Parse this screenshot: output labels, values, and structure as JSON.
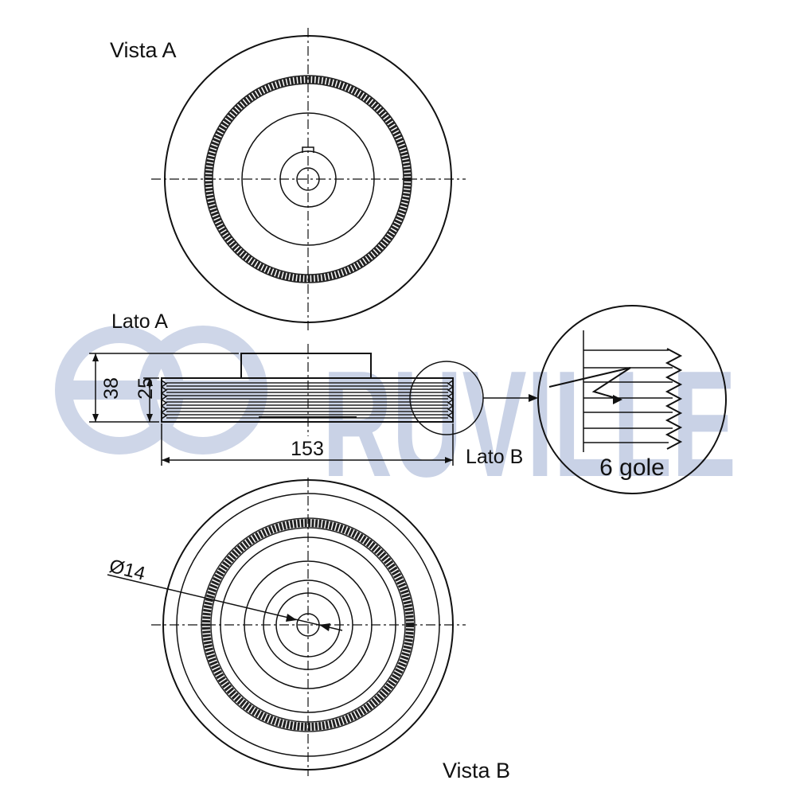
{
  "labels": {
    "view_a": "Vista A",
    "side_a": "Lato A",
    "side_b": "Lato B",
    "view_b": "Vista B",
    "grooves": "6 gole"
  },
  "dimensions": {
    "height_total": "38",
    "height_pulley": "25",
    "width": "153",
    "bore_diameter": "Ø14"
  },
  "watermark": {
    "brand": "RUVILLE"
  },
  "colors": {
    "line": "#111111",
    "watermark": "#c9d2e6"
  }
}
